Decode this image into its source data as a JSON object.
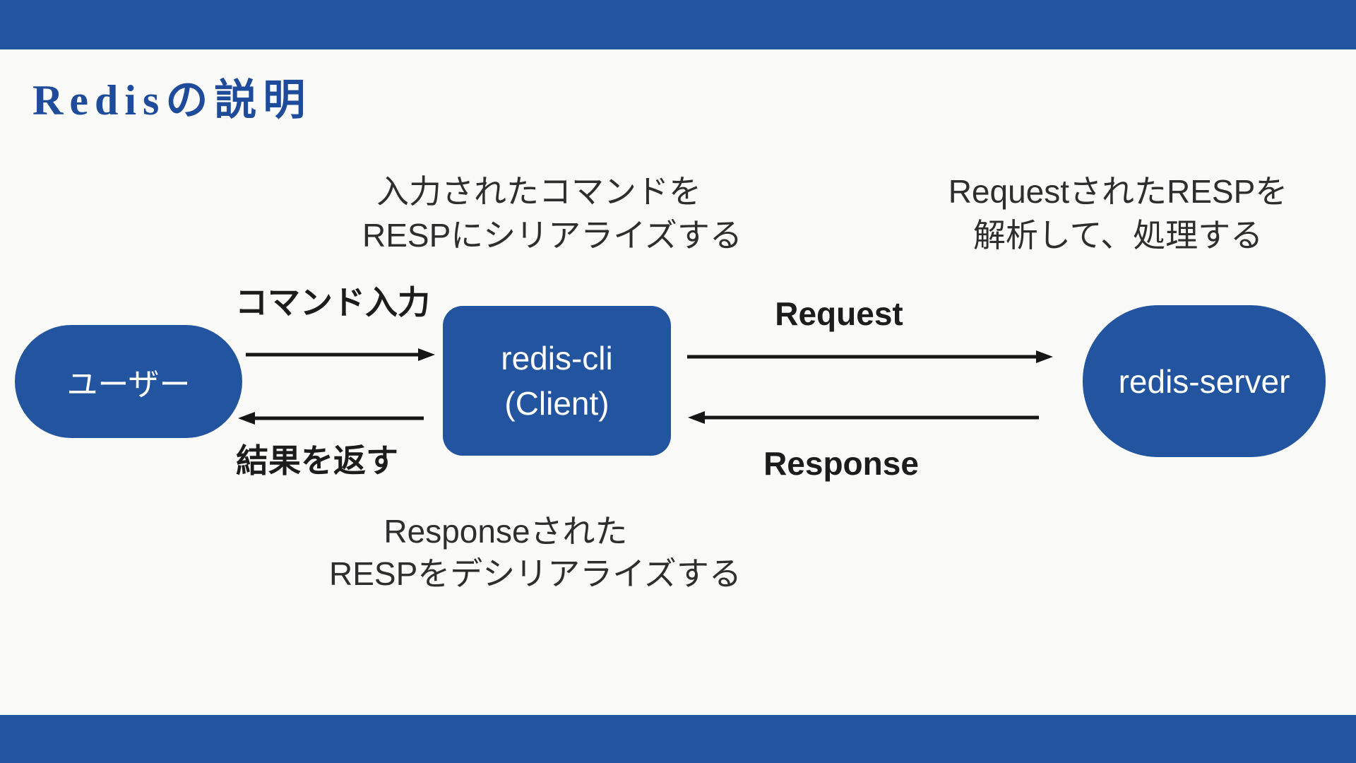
{
  "slide": {
    "title": "Redisの説明",
    "background_color": "#FAFAF8",
    "accent_color": "#22549F",
    "title_color": "#1E4C9A",
    "annotation_text_color": "#2E2E2E",
    "arrow_color": "#161616"
  },
  "nodes": {
    "user": {
      "label": "ユーザー"
    },
    "cli": {
      "line1": "redis-cli",
      "line2": "(Client)"
    },
    "server": {
      "label": "redis-server"
    }
  },
  "edges": {
    "command_input": {
      "label": "コマンド入力",
      "direction": "user-to-cli"
    },
    "return_result": {
      "label": "結果を返す",
      "direction": "cli-to-user"
    },
    "request": {
      "label": "Request",
      "direction": "cli-to-server"
    },
    "response": {
      "label": "Response",
      "direction": "server-to-cli"
    }
  },
  "annotations": {
    "cli_top": {
      "line1": "入力されたコマンドを",
      "line2": "RESPにシリアライズする"
    },
    "server_top": {
      "line1": "RequestされたRESPを",
      "line2": "解析して、処理する"
    },
    "cli_bottom": {
      "line1": "Responseされた",
      "line2": "RESPをデシリアライズする"
    }
  }
}
